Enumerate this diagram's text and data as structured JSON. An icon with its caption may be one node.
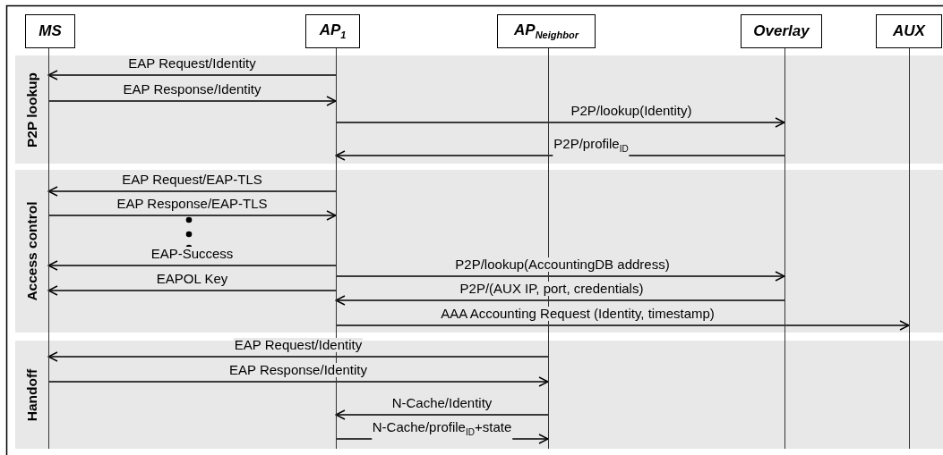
{
  "diagram": {
    "nodes": [
      {
        "text": [
          "MS"
        ]
      },
      {
        "text": [
          "AP$_{1}$"
        ]
      },
      {
        "text": [
          "AP$_{Neighbor}$"
        ]
      },
      {
        "text": [
          "Overlay"
        ]
      },
      {
        "text": [
          "AUX"
        ]
      },
      {
        "text": [],
        "shape": "bar"
      },
      {
        "text": [],
        "shape": "bar"
      },
      {
        "text": [],
        "shape": "bar"
      },
      {
        "text": [],
        "shape": "bar"
      },
      {
        "text": [],
        "shape": "bar"
      }
    ],
    "edges": [
      {
        "from": 6,
        "to": 5,
        "arrow": "to",
        "label": "EAP Request/Identity"
      },
      {
        "from": 5,
        "to": 6,
        "arrow": "to",
        "label": "EAP Response/Identity"
      },
      {
        "from": 6,
        "to": 8,
        "arrow": "to",
        "label": "P2P/lookup(Identity)"
      },
      {
        "from": 8,
        "to": 6,
        "arrow": "to",
        "label": "P2P/profile$_{ID}$"
      },
      {
        "from": 6,
        "to": 5,
        "arrow": "to",
        "label": "EAP Request/EAP-TLS"
      },
      {
        "from": 5,
        "to": 6,
        "arrow": "to",
        "label": "EAP Response/EAP-TLS"
      },
      {
        "from": 6,
        "to": 5,
        "arrow": "to",
        "label": "EAP-Success"
      },
      {
        "from": 6,
        "to": 8,
        "arrow": "to",
        "label": "P2P/lookup(AccountingDB address)"
      },
      {
        "from": 6,
        "to": 5,
        "arrow": "to",
        "label": "EAPOL Key"
      },
      {
        "from": 8,
        "to": 6,
        "arrow": "to",
        "label": "P2P/(AUX IP, port, credentials)"
      },
      {
        "from": 6,
        "to": 9,
        "arrow": "to",
        "label": "AAA Accounting Request (Identity, timestamp)"
      },
      {
        "from": 7,
        "to": 5,
        "arrow": "to",
        "label": "EAP Request/Identity"
      },
      {
        "from": 5,
        "to": 7,
        "arrow": "to",
        "label": "EAP Response/Identity"
      },
      {
        "from": 7,
        "to": 6,
        "arrow": "to",
        "label": "N-Cache/Identity"
      },
      {
        "from": 6,
        "to": 7,
        "arrow": "to",
        "label": "N-Cache/profile$_{ID}$+state"
      }
    ],
    "labels": [
      "P2P lookup",
      "Access control",
      "Handoff"
    ]
  }
}
